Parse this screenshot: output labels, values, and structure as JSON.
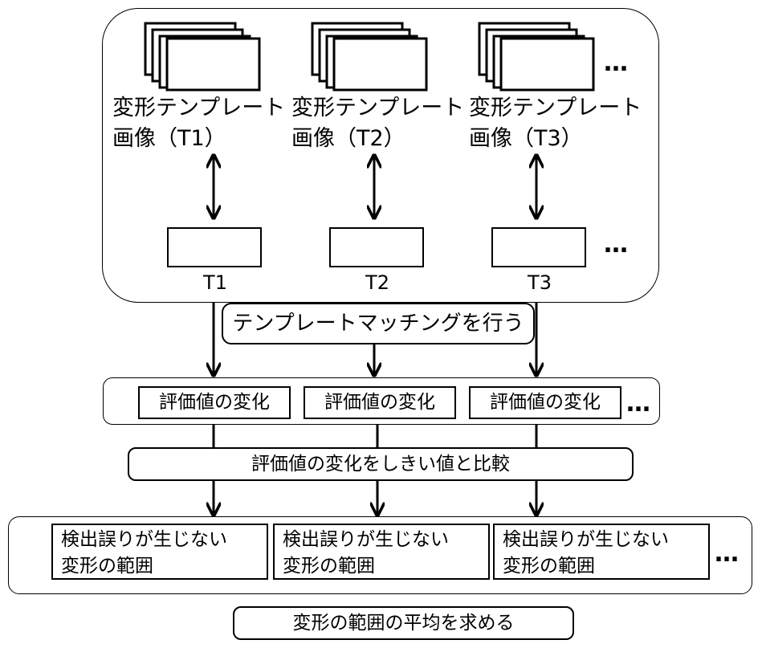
{
  "templates": [
    {
      "caption_line1": "変形テンプレート",
      "caption_line2": "画像（T1）",
      "label": "T1"
    },
    {
      "caption_line1": "変形テンプレート",
      "caption_line2": "画像（T2）",
      "label": "T2"
    },
    {
      "caption_line1": "変形テンプレート",
      "caption_line2": "画像（T3）",
      "label": "T3"
    }
  ],
  "ellipsis": "…",
  "matching_step": "テンプレートマッチングを行う",
  "eval_change": [
    "評価値の変化",
    "評価値の変化",
    "評価値の変化"
  ],
  "threshold_step": "評価値の変化をしきい値と比較",
  "ranges": [
    {
      "line1": "検出誤りが生じない",
      "line2": "変形の範囲"
    },
    {
      "line1": "検出誤りが生じない",
      "line2": "変形の範囲"
    },
    {
      "line1": "検出誤りが生じない",
      "line2": "変形の範囲"
    }
  ],
  "final_step": "変形の範囲の平均を求める"
}
